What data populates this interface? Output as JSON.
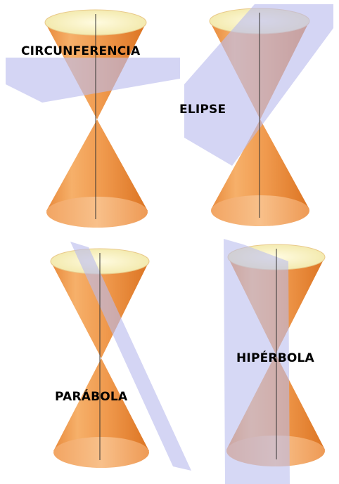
{
  "panels": [
    {
      "id": "circunferencia",
      "label": "CIRCUNFERENCIA"
    },
    {
      "id": "elipse",
      "label": "ELIPSE"
    },
    {
      "id": "parabola",
      "label": "PARÁBOLA"
    },
    {
      "id": "hiperbola",
      "label": "HIPÉRBOLA"
    }
  ],
  "colors": {
    "cone_dark": "#e07a28",
    "cone_mid": "#f4a55e",
    "cone_light": "#fbd3a6",
    "rim_fill": "#fbf5c8",
    "plane": "#b9bcee",
    "axis": "#333333",
    "background": "#ffffff"
  }
}
